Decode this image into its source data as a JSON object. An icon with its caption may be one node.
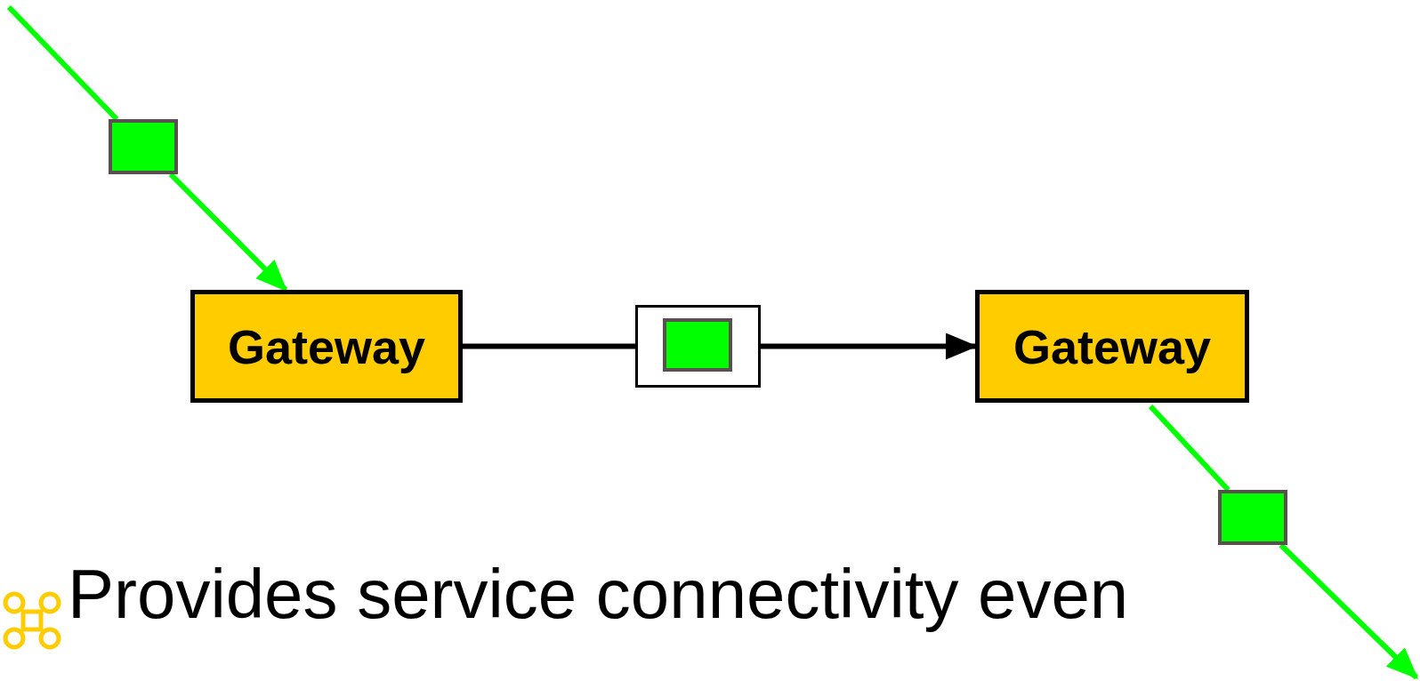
{
  "diagram": {
    "nodes": [
      {
        "text": [],
        "shape": "box"
      },
      {
        "text": [
          "Gateway"
        ]
      },
      {
        "text": [],
        "shape": "box"
      },
      {
        "text": [],
        "shape": "box",
        "in": 2
      },
      {
        "text": [
          "Gateway"
        ]
      },
      {
        "text": [],
        "shape": "box"
      }
    ],
    "edges": [
      {
        "from": null,
        "to": 0,
        "arrow": "none",
        "color": "#00ff00"
      },
      {
        "from": 0,
        "to": 1,
        "arrow": "to",
        "color": "#00ff00"
      },
      {
        "from": 1,
        "to": 2,
        "arrow": "none",
        "color": "#000000"
      },
      {
        "from": 2,
        "to": 4,
        "arrow": "to",
        "color": "#000000"
      },
      {
        "from": 4,
        "to": 5,
        "arrow": "none",
        "color": "#00ff00"
      },
      {
        "from": 5,
        "to": null,
        "arrow": "to",
        "color": "#00ff00"
      }
    ],
    "labels": [
      "Provides service connectivity even"
    ]
  }
}
